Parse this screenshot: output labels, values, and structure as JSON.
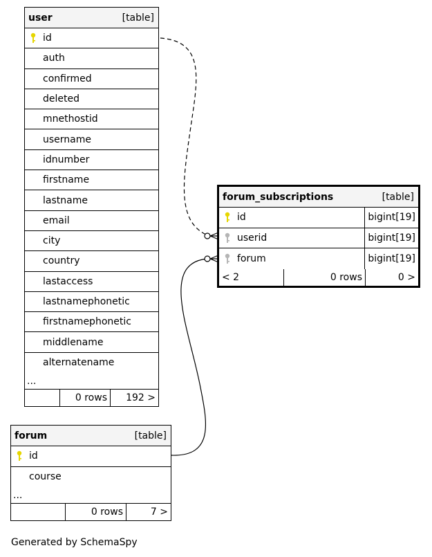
{
  "tables": {
    "user": {
      "name": "user",
      "kind": "[table]",
      "columns": [
        "id",
        "auth",
        "confirmed",
        "deleted",
        "mnethostid",
        "username",
        "idnumber",
        "firstname",
        "lastname",
        "email",
        "city",
        "country",
        "lastaccess",
        "lastnamephonetic",
        "firstnamephonetic",
        "middlename",
        "alternatename"
      ],
      "ellipsis": "...",
      "footer": {
        "left": "",
        "rows": "0 rows",
        "right": "192 >"
      }
    },
    "forum_subscriptions": {
      "name": "forum_subscriptions",
      "kind": "[table]",
      "columns": [
        {
          "name": "id",
          "type": "bigint[19]",
          "key": "primary"
        },
        {
          "name": "userid",
          "type": "bigint[19]",
          "key": "foreign"
        },
        {
          "name": "forum",
          "type": "bigint[19]",
          "key": "foreign"
        }
      ],
      "footer": {
        "left": "< 2",
        "rows": "0 rows",
        "right": "0 >"
      }
    },
    "forum": {
      "name": "forum",
      "kind": "[table]",
      "columns": [
        "id",
        "course"
      ],
      "ellipsis": "...",
      "footer": {
        "left": "",
        "rows": "0 rows",
        "right": "7 >"
      }
    }
  },
  "colors": {
    "primary_key": "#e6d600",
    "foreign_key": "#b5b5b5"
  },
  "generated_by": "Generated by SchemaSpy"
}
